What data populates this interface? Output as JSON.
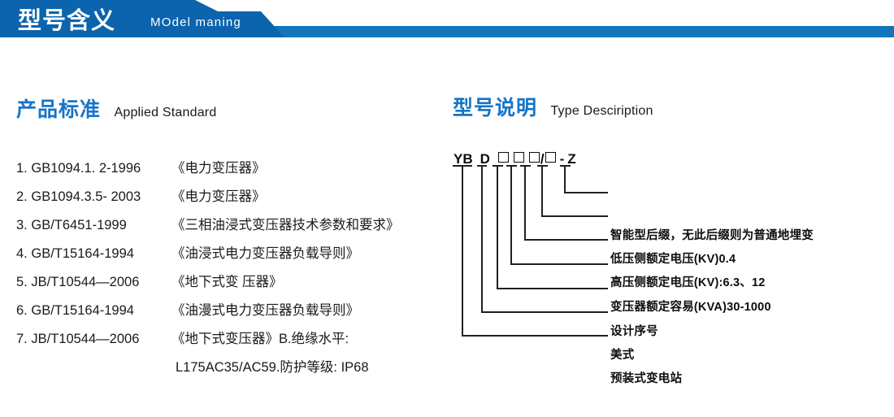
{
  "banner": {
    "title": "型号含义",
    "subtitle": "MOdel maning",
    "dark_blue": "#0b64ad",
    "bar_blue": "#1275bb"
  },
  "sections": {
    "left": {
      "cn": "产品标准",
      "en": "Applied Standard"
    },
    "right": {
      "cn": "型号说明",
      "en": "Type Desciription"
    }
  },
  "standards": [
    {
      "num": "1.",
      "code": "GB1094.1. 2-1996",
      "title": "《电力变压器》"
    },
    {
      "num": "2.",
      "code": "GB1094.3.5- 2003",
      "title": "《电力变压器》"
    },
    {
      "num": "3.",
      "code": "GB/T6451-1999",
      "title": "《三相油浸式变压器技术参数和要求》"
    },
    {
      "num": "4.",
      "code": "GB/T15164-1994",
      "title": "《油浸式电力变压器负载导则》"
    },
    {
      "num": "5.",
      "code": "JB/T10544—2006",
      "title": "《地下式变 压器》"
    },
    {
      "num": "6.",
      "code": "GB/T15164-1994",
      "title": "《油漫式电力变压器负载导则》"
    },
    {
      "num": "7.",
      "code": "JB/T10544—2006",
      "title": "《地下式变压器》B.绝缘水平:"
    }
  ],
  "standards_continuation": "L175AC35/AC59.防护等级: IP68",
  "type_code": {
    "segments": [
      "YB",
      "D",
      "box",
      "box",
      "box",
      "/",
      "box",
      "-",
      "Z"
    ],
    "text": "YB D □□□/□ - Z"
  },
  "callouts": [
    {
      "label": "智能型后缀，无此后缀则为普通地埋变"
    },
    {
      "label": "低压侧额定电压(KV)0.4"
    },
    {
      "label": "高压侧额定电压(KV):6.3、12"
    },
    {
      "label": "变压器额定容易(KVA)30-1000"
    },
    {
      "label": "设计序号"
    },
    {
      "label": "美式"
    },
    {
      "label": "预装式变电站"
    }
  ],
  "colors": {
    "heading_blue": "#1675c8",
    "text_black": "#1a1a1a",
    "line_black": "#231f20"
  }
}
